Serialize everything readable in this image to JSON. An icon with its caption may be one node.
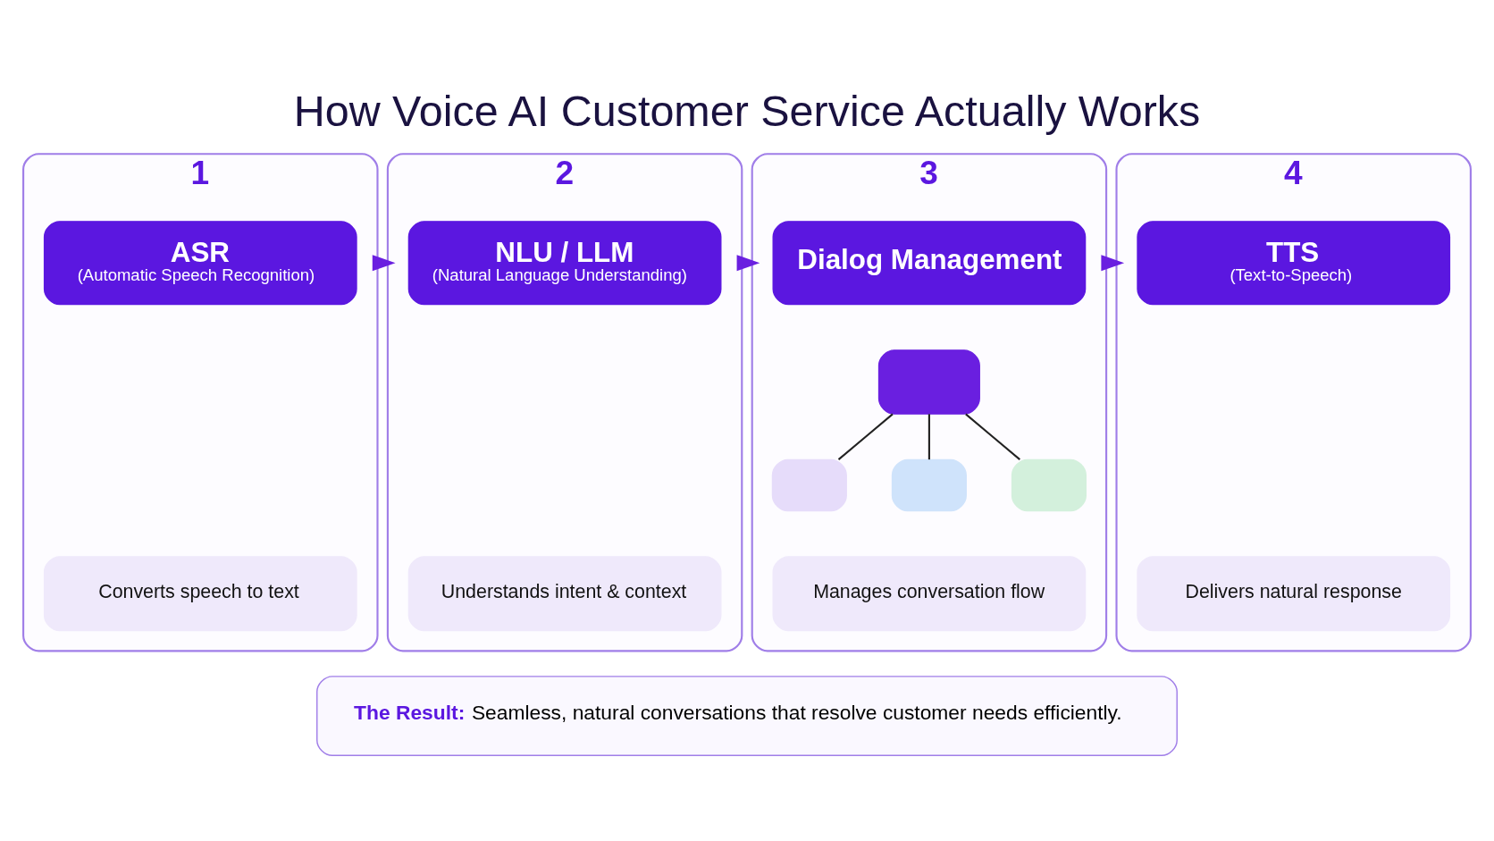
{
  "diagram": {
    "title": "How Voice AI Customer Service Actually Works",
    "nodes": [
      {
        "text": [
          "1"
        ]
      },
      {
        "text": [
          "ASR",
          "(Automatic Speech Recognition)"
        ],
        "in": 0
      },
      {
        "text": [
          "Converts speech to text"
        ],
        "in": 0
      },
      {
        "text": [
          "2"
        ]
      },
      {
        "text": [
          "NLU / LLM",
          "(Natural Language Understanding)"
        ],
        "in": 3
      },
      {
        "text": [
          "Understands intent & context"
        ],
        "in": 3
      },
      {
        "text": [
          "3"
        ]
      },
      {
        "text": [
          "Dialog Management"
        ],
        "in": 6
      },
      {
        "text": [],
        "shape": "box",
        "in": 6
      },
      {
        "text": [],
        "shape": "box",
        "in": 6
      },
      {
        "text": [],
        "shape": "box",
        "in": 6
      },
      {
        "text": [],
        "shape": "box",
        "in": 6
      },
      {
        "text": [
          "Manages conversation flow"
        ],
        "in": 6
      },
      {
        "text": [
          "4"
        ]
      },
      {
        "text": [
          "TTS",
          "(Text-to-Speech)"
        ],
        "in": 13
      },
      {
        "text": [
          "Delivers natural response"
        ],
        "in": 13
      },
      {
        "text": [
          "The Result:",
          "Seamless, natural conversations that resolve customer needs efficiently."
        ]
      }
    ],
    "edges": [
      {
        "from": 0,
        "to": 3,
        "arrow": "to",
        "style": "thick"
      },
      {
        "from": 3,
        "to": 6,
        "arrow": "to",
        "style": "thick"
      },
      {
        "from": 6,
        "to": 13,
        "arrow": "to",
        "style": "thick"
      },
      {
        "from": 8,
        "to": 9,
        "arrow": "none",
        "color": "#222222"
      },
      {
        "from": 8,
        "to": 10,
        "arrow": "none",
        "color": "#222222"
      },
      {
        "from": 8,
        "to": 11,
        "arrow": "none",
        "color": "#222222"
      }
    ]
  }
}
